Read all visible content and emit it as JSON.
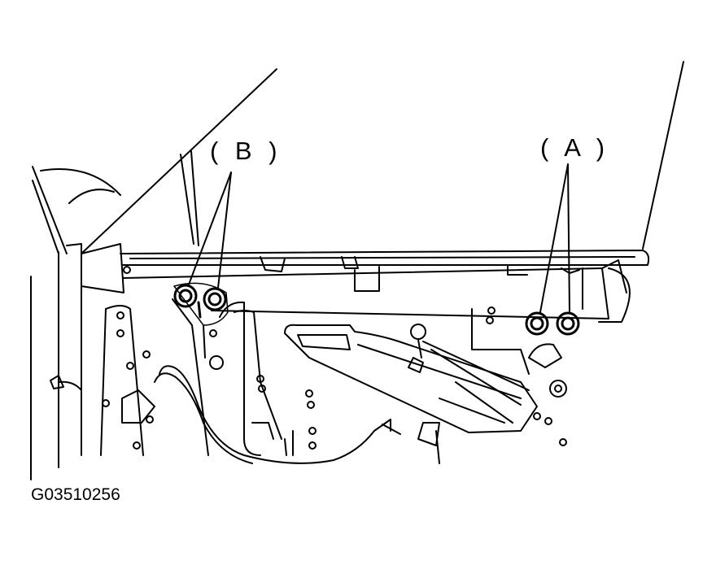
{
  "callouts": {
    "b": "( B )",
    "a": "( A )"
  },
  "figure_id": "G03510256",
  "colors": {
    "line": "#000000",
    "background": "#ffffff"
  }
}
